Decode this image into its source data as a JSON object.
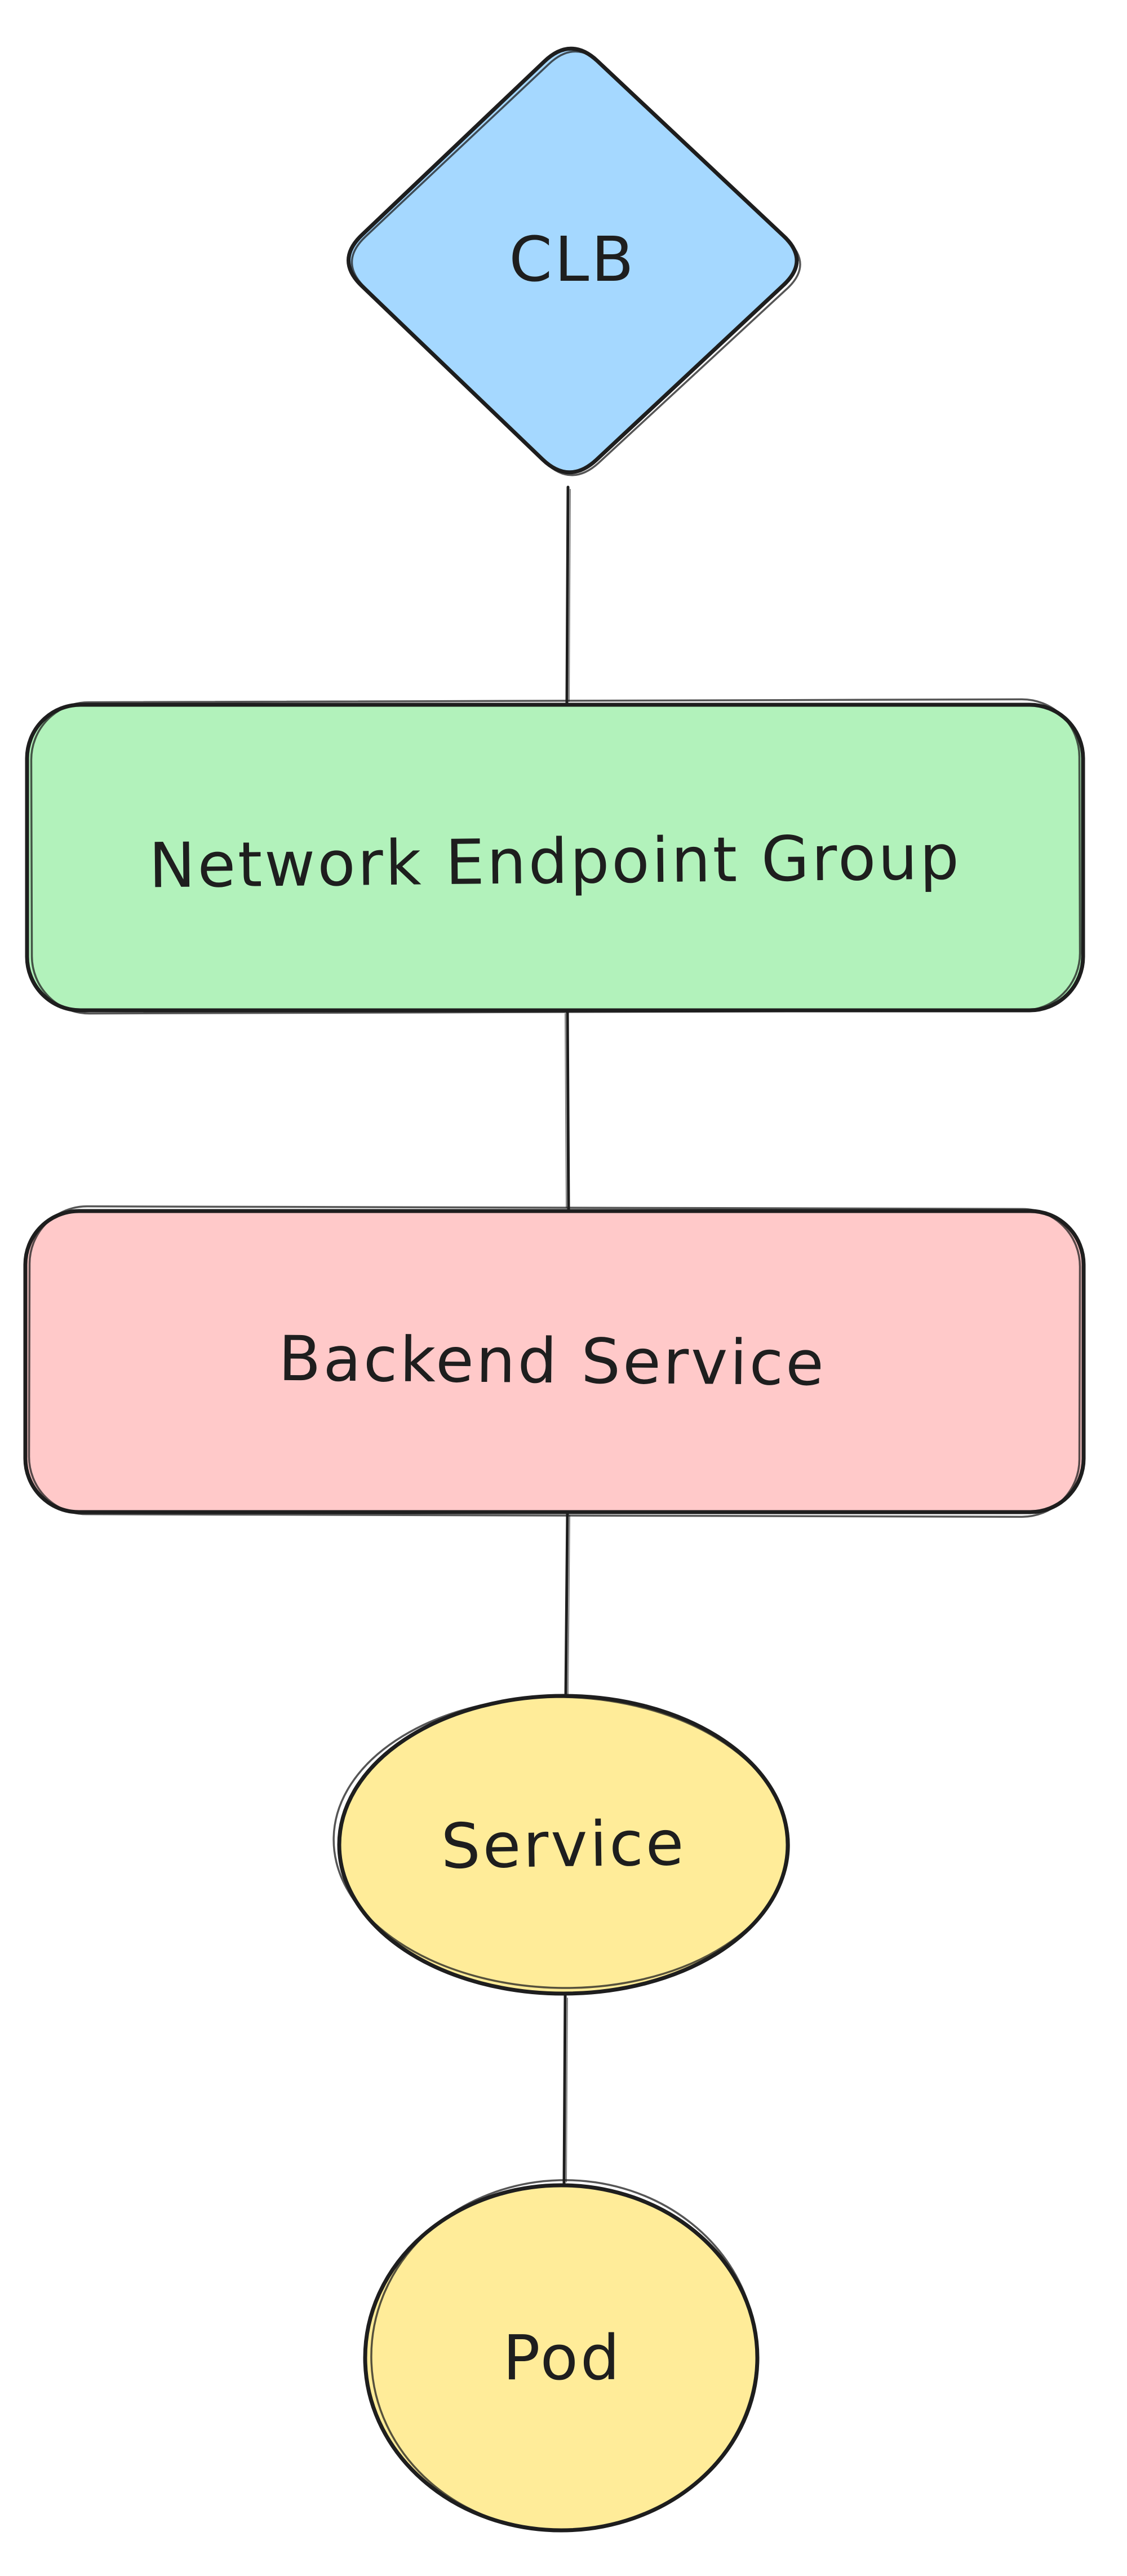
{
  "canvas": {
    "background": "#ffffff",
    "stroke_color": "#1e1e1e",
    "text_color": "#1e1e1e"
  },
  "diagram": {
    "type": "flowchart",
    "direction": "top-down",
    "nodes": [
      {
        "id": "clb",
        "shape": "diamond",
        "label": "CLB",
        "fill": "#a5d8ff"
      },
      {
        "id": "network-endpoint-group",
        "shape": "rounded-rectangle",
        "label": "Network Endpoint Group",
        "fill": "#b2f2bb"
      },
      {
        "id": "backend-service",
        "shape": "rounded-rectangle",
        "label": "Backend Service",
        "fill": "#ffc9c9"
      },
      {
        "id": "service",
        "shape": "ellipse",
        "label": "Service",
        "fill": "#ffec99"
      },
      {
        "id": "pod",
        "shape": "circle",
        "label": "Pod",
        "fill": "#ffec99"
      }
    ],
    "edges": [
      {
        "from": "clb",
        "to": "network-endpoint-group"
      },
      {
        "from": "network-endpoint-group",
        "to": "backend-service"
      },
      {
        "from": "backend-service",
        "to": "service"
      },
      {
        "from": "service",
        "to": "pod"
      }
    ]
  }
}
